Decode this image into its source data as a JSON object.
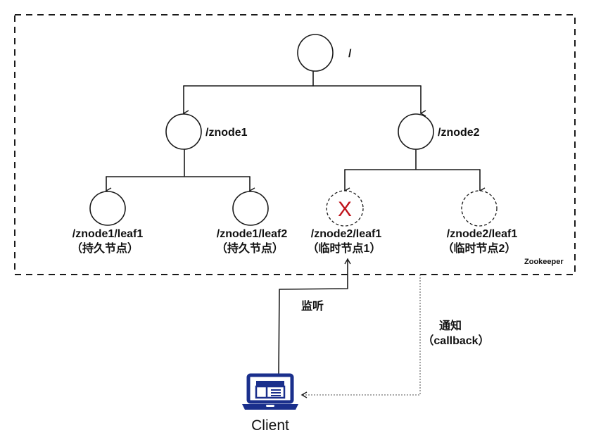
{
  "frame": {
    "label": "Zookeeper"
  },
  "nodes": [
    {
      "id": "root",
      "label": "/",
      "sub": "",
      "type": "persistent",
      "deleted": false
    },
    {
      "id": "znode1",
      "label": "/znode1",
      "sub": "",
      "type": "persistent",
      "deleted": false
    },
    {
      "id": "znode2",
      "label": "/znode2",
      "sub": "",
      "type": "persistent",
      "deleted": false
    },
    {
      "id": "znode1-leaf1",
      "label": "/znode1/leaf1",
      "sub": "（持久节点）",
      "type": "persistent",
      "deleted": false
    },
    {
      "id": "znode1-leaf2",
      "label": "/znode1/leaf2",
      "sub": "（持久节点）",
      "type": "persistent",
      "deleted": false
    },
    {
      "id": "znode2-leaf1-a",
      "label": "/znode2/leaf1",
      "sub": "（临时节点1）",
      "type": "ephemeral",
      "deleted": true
    },
    {
      "id": "znode2-leaf1-b",
      "label": "/znode2/leaf1",
      "sub": "（临时节点2）",
      "type": "ephemeral",
      "deleted": false
    }
  ],
  "edges": [
    {
      "from": "root",
      "to": "znode1"
    },
    {
      "from": "root",
      "to": "znode2"
    },
    {
      "from": "znode1",
      "to": "znode1-leaf1"
    },
    {
      "from": "znode1",
      "to": "znode1-leaf2"
    },
    {
      "from": "znode2",
      "to": "znode2-leaf1-a"
    },
    {
      "from": "znode2",
      "to": "znode2-leaf1-b"
    }
  ],
  "deleted_mark": "X",
  "colors": {
    "deleted_mark": "#c0141c",
    "client_icon": "#1a2f8c"
  },
  "client": {
    "label": "Client",
    "icon": "laptop-icon"
  },
  "watch": {
    "label": "监听",
    "from": "client",
    "to": "znode2-leaf1-a"
  },
  "notify": {
    "label_line1": "通知",
    "label_line2": "（callback）",
    "from": "zookeeper",
    "to": "client"
  }
}
